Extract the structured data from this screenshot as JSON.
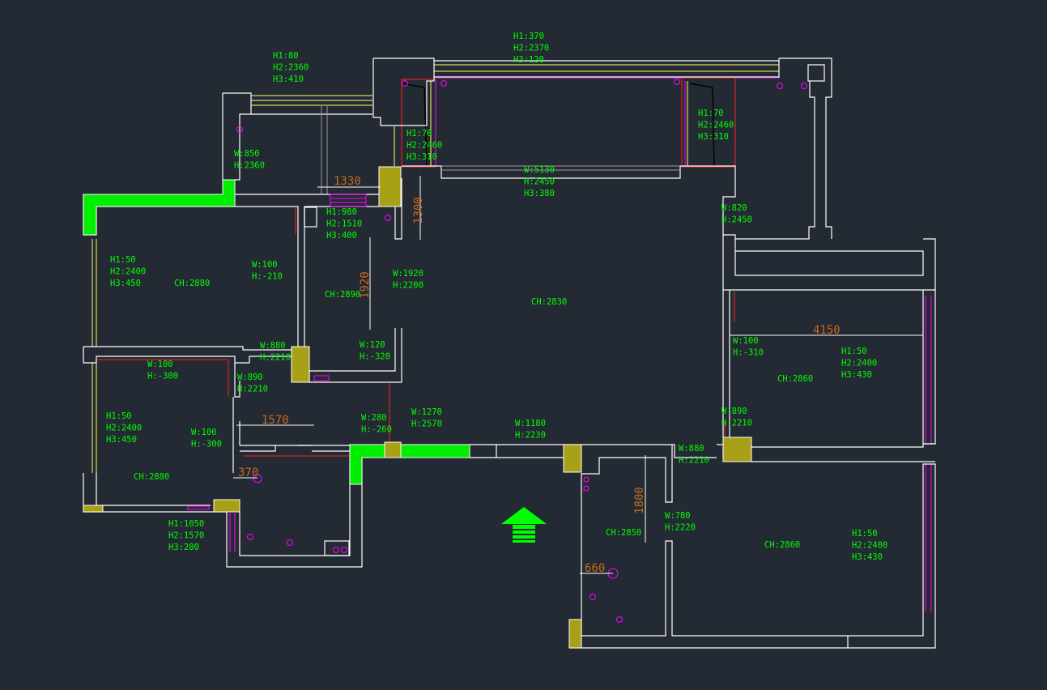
{
  "colors": {
    "background": "#242a33",
    "wall": "#ffffff",
    "annotation": "#00ff00",
    "dimension": "#c86a1e",
    "column": "#a8a017",
    "opening": "#00ee00",
    "window_line": "#ffff66",
    "marker": "#ff00ff",
    "red_line": "#ff2020"
  },
  "icons": {
    "entrance": "entrance-arrow-icon",
    "socket": "socket-marker-icon"
  },
  "labels": [
    {
      "id": "top-window",
      "lines": [
        "H1:370",
        "H2:2370",
        "H3:120"
      ]
    },
    {
      "id": "top-left-window",
      "lines": [
        "H1:80",
        "H2:2360",
        "H3:410"
      ]
    },
    {
      "id": "balcony-door-left",
      "lines": [
        "H1:70",
        "H2:2460",
        "H3:310"
      ]
    },
    {
      "id": "balcony-door-right",
      "lines": [
        "H1:70",
        "H2:2460",
        "H3:310"
      ]
    },
    {
      "id": "door-850",
      "lines": [
        "W:850",
        "H:2360"
      ]
    },
    {
      "id": "living-opening",
      "lines": [
        "W:5130",
        "H:2450",
        "H3:380"
      ]
    },
    {
      "id": "kitchen-window",
      "lines": [
        "H1:980",
        "H2:1510",
        "H3:400"
      ]
    },
    {
      "id": "door-820",
      "lines": [
        "W:820",
        "H:2450"
      ]
    },
    {
      "id": "room1-window",
      "lines": [
        "H1:50",
        "H2:2400",
        "H3:450"
      ]
    },
    {
      "id": "room1-ceiling",
      "lines": [
        "CH:2880"
      ]
    },
    {
      "id": "room1-step",
      "lines": [
        "W:100",
        "H:-210"
      ]
    },
    {
      "id": "kitchen-ceiling",
      "lines": [
        "CH:2890"
      ]
    },
    {
      "id": "kitchen-door",
      "lines": [
        "W:1920",
        "H:2200"
      ]
    },
    {
      "id": "living-ceiling",
      "lines": [
        "CH:2830"
      ]
    },
    {
      "id": "door-880-left",
      "lines": [
        "W:880",
        "H:2210"
      ]
    },
    {
      "id": "kitchen-step",
      "lines": [
        "W:120",
        "H:-320"
      ]
    },
    {
      "id": "room2-step-top",
      "lines": [
        "W:100",
        "H:-300"
      ]
    },
    {
      "id": "door-890-left",
      "lines": [
        "W:890",
        "H:2210"
      ]
    },
    {
      "id": "room2-window",
      "lines": [
        "H1:50",
        "H2:2400",
        "H3:450"
      ]
    },
    {
      "id": "room2-step",
      "lines": [
        "W:100",
        "H:-300"
      ]
    },
    {
      "id": "room2-ceiling",
      "lines": [
        "CH:2880"
      ]
    },
    {
      "id": "bath-step",
      "lines": [
        "W:280",
        "H:-260"
      ]
    },
    {
      "id": "door-1270",
      "lines": [
        "W:1270",
        "H:2570"
      ]
    },
    {
      "id": "door-1180",
      "lines": [
        "W:1180",
        "H:2230"
      ]
    },
    {
      "id": "bath-window",
      "lines": [
        "H1:1050",
        "H2:1570",
        "H3:280"
      ]
    },
    {
      "id": "room3-step",
      "lines": [
        "W:100",
        "H:-310"
      ]
    },
    {
      "id": "room3-window",
      "lines": [
        "H1:50",
        "H2:2400",
        "H3:430"
      ]
    },
    {
      "id": "room3-ceiling",
      "lines": [
        "CH:2860"
      ]
    },
    {
      "id": "door-890-right",
      "lines": [
        "W:890",
        "H:2210"
      ]
    },
    {
      "id": "door-880-right",
      "lines": [
        "W:880",
        "H:2210"
      ]
    },
    {
      "id": "bath2-ceiling",
      "lines": [
        "CH:2850"
      ]
    },
    {
      "id": "door-780",
      "lines": [
        "W:780",
        "H:2220"
      ]
    },
    {
      "id": "room4-ceiling",
      "lines": [
        "CH:2860"
      ]
    },
    {
      "id": "room4-window",
      "lines": [
        "H1:50",
        "H2:2400",
        "H3:430"
      ]
    }
  ],
  "dimensions": [
    {
      "id": "dim-1330",
      "value": "1330"
    },
    {
      "id": "dim-1300",
      "value": "1300"
    },
    {
      "id": "dim-1920",
      "value": "1920"
    },
    {
      "id": "dim-4150",
      "value": "4150"
    },
    {
      "id": "dim-1570",
      "value": "1570"
    },
    {
      "id": "dim-370",
      "value": "370"
    },
    {
      "id": "dim-1800",
      "value": "1800"
    },
    {
      "id": "dim-660",
      "value": "660"
    }
  ]
}
